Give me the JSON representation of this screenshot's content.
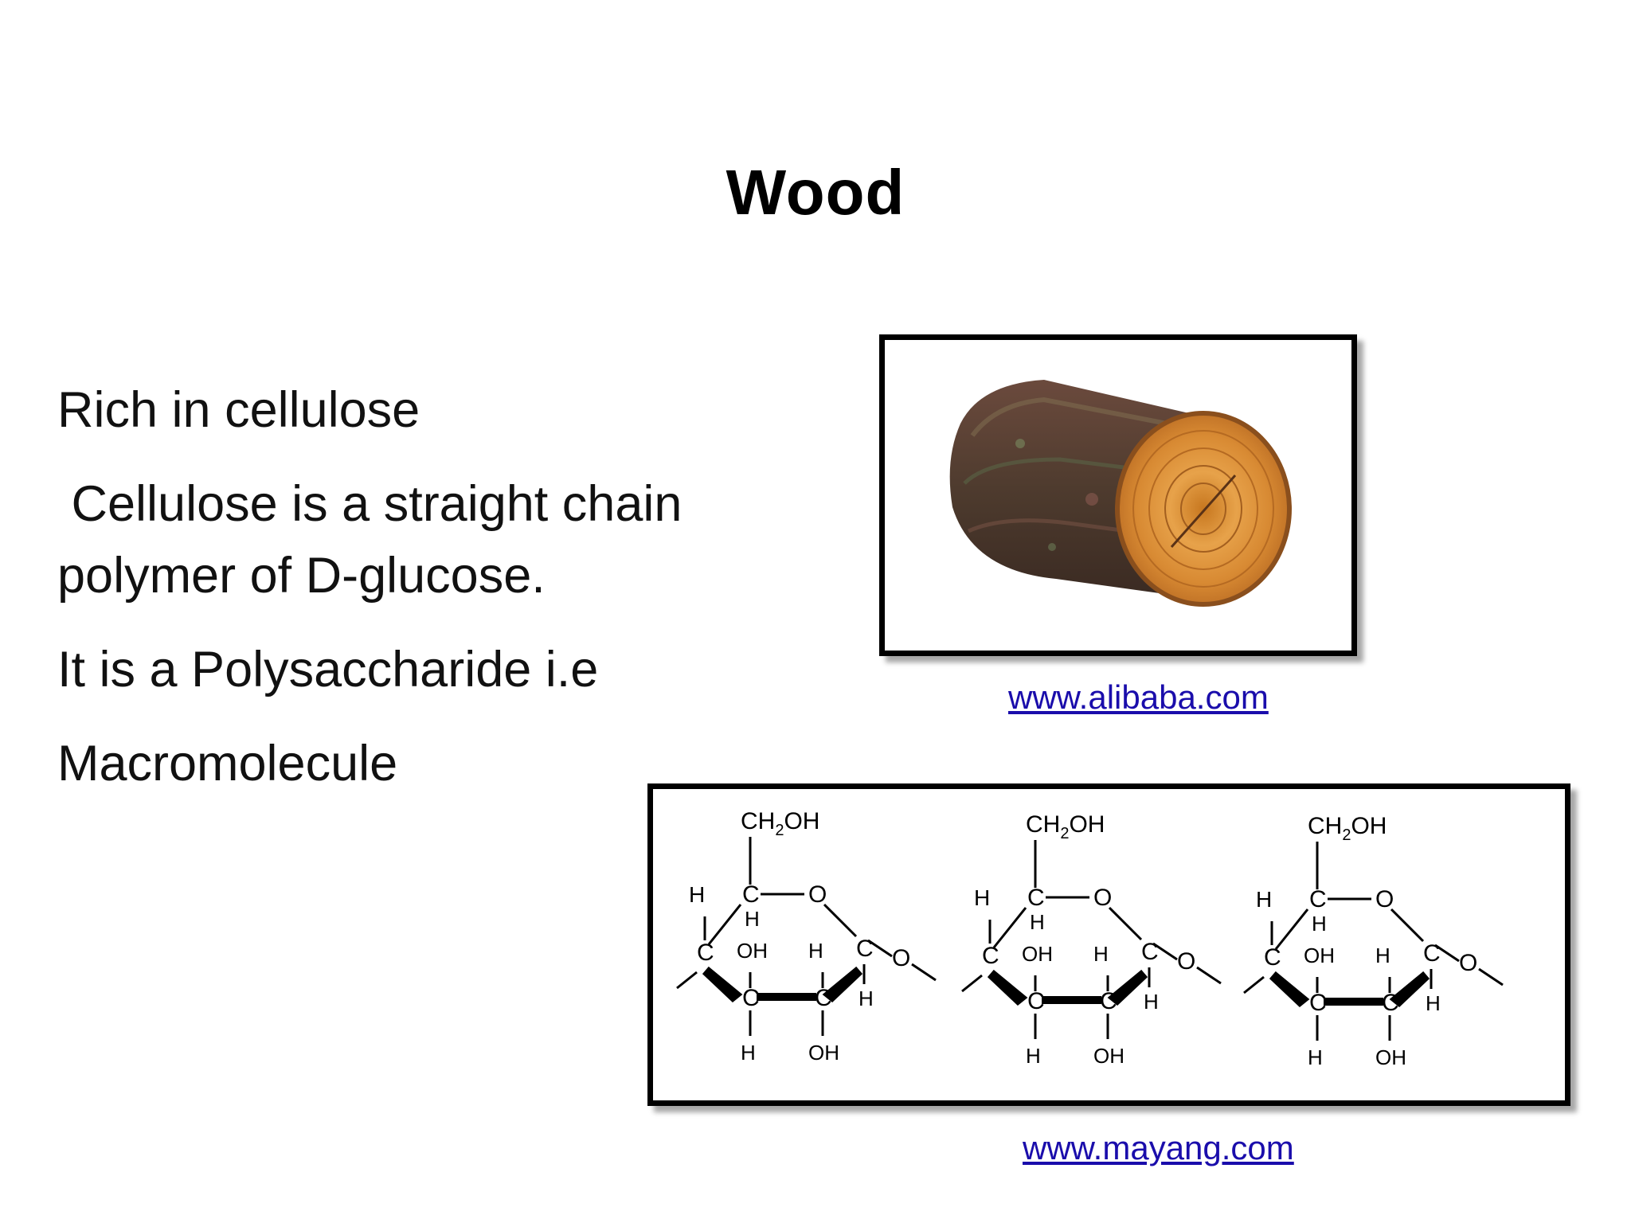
{
  "slide": {
    "title": "Wood",
    "bullets": [
      "Rich in cellulose",
      " Cellulose is a straight chain polymer of D-glucose.",
      "It is a Polysaccharide i.e",
      "Macromolecule"
    ],
    "images": {
      "log": {
        "caption": "www.alibaba.com"
      },
      "cellulose": {
        "caption": "www.mayang.com",
        "labels": {
          "ch2oh": "CH",
          "ch2oh_sub": "2",
          "ch2oh_end": "OH",
          "c": "C",
          "h": "H",
          "o": "O",
          "oh": "OH"
        }
      }
    }
  }
}
